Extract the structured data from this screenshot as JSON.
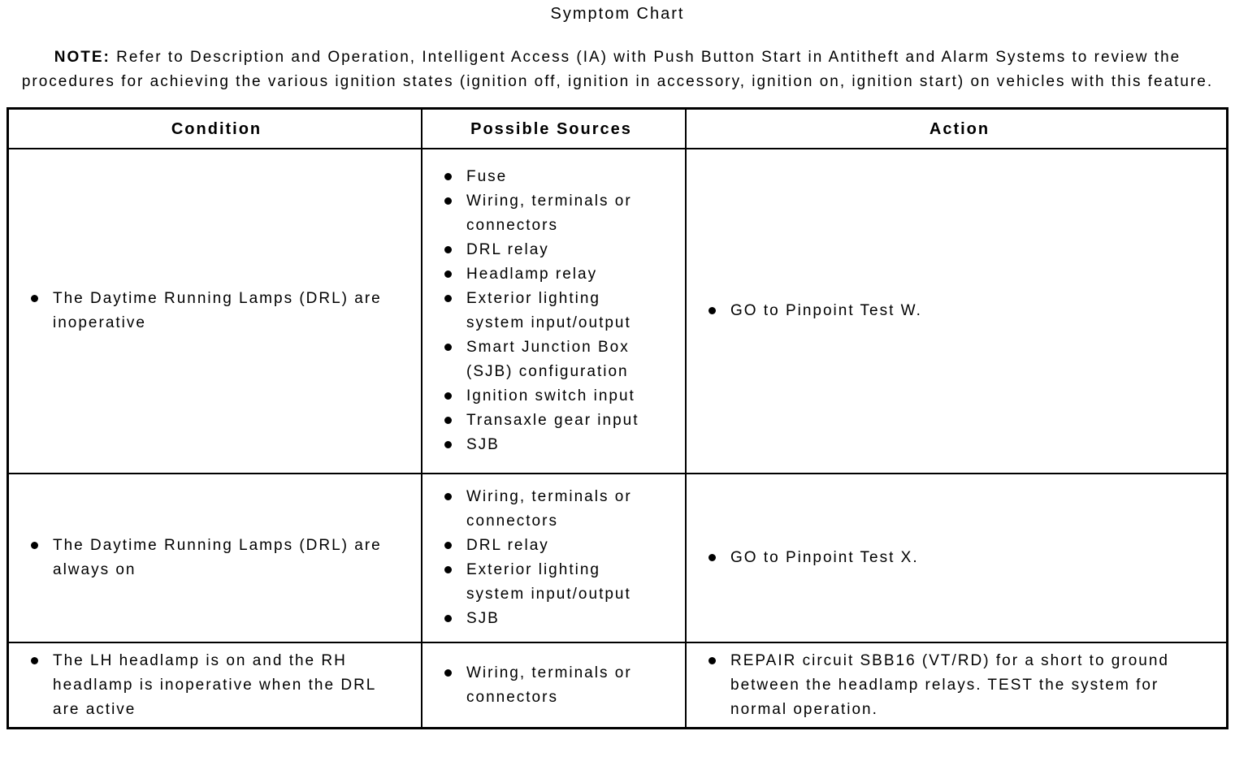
{
  "page": {
    "title": "Symptom Chart"
  },
  "note": {
    "label": "NOTE:",
    "text": "Refer to Description and Operation, Intelligent Access (IA) with Push Button Start in Antitheft and Alarm Systems to review the procedures for achieving the various ignition states (ignition off, ignition in accessory, ignition on, ignition start) on vehicles with this feature."
  },
  "table": {
    "headers": [
      "Condition",
      "Possible Sources",
      "Action"
    ],
    "rows": [
      {
        "condition": [
          "The Daytime Running Lamps (DRL) are inoperative"
        ],
        "sources": [
          "Fuse",
          "Wiring, terminals or connectors",
          "DRL relay",
          "Headlamp relay",
          "Exterior lighting system input/output",
          "Smart Junction Box (SJB) configuration",
          "Ignition switch input",
          "Transaxle gear input",
          "SJB"
        ],
        "actions": [
          "GO to Pinpoint Test W."
        ]
      },
      {
        "condition": [
          "The Daytime Running Lamps (DRL) are always on"
        ],
        "sources": [
          "Wiring, terminals or connectors",
          "DRL relay",
          "Exterior lighting system input/output",
          "SJB"
        ],
        "actions": [
          "GO to Pinpoint Test X."
        ]
      },
      {
        "condition": [
          "The LH headlamp is on and the RH headlamp is inoperative when the DRL are active"
        ],
        "sources": [
          "Wiring, terminals or connectors"
        ],
        "actions": [
          "REPAIR circuit SBB16 (VT/RD) for a short to ground between the headlamp relays. TEST the system for normal operation."
        ]
      }
    ]
  }
}
